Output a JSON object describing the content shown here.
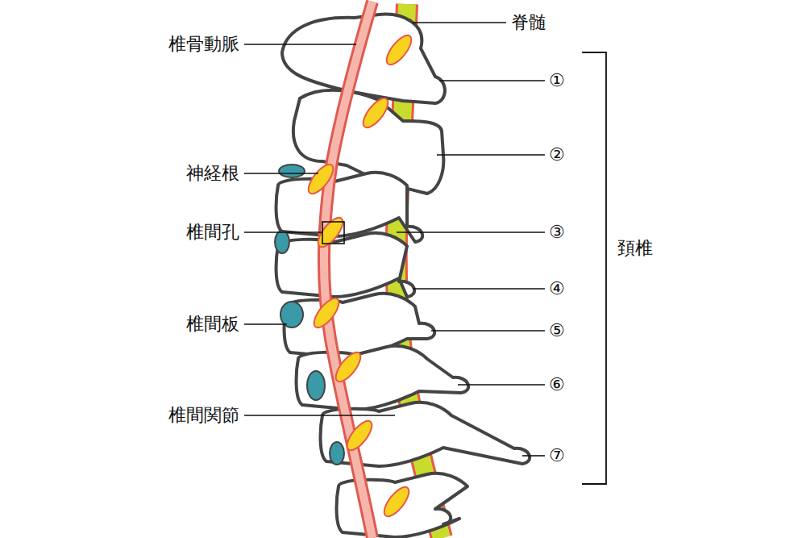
{
  "diagram": {
    "labels": [
      "脊髄",
      "椎骨動脈",
      "①",
      "②",
      "神経根",
      "椎間孔",
      "③",
      "頚椎",
      "④",
      "椎間板",
      "⑤",
      "⑥",
      "椎間関節",
      "⑦"
    ]
  }
}
